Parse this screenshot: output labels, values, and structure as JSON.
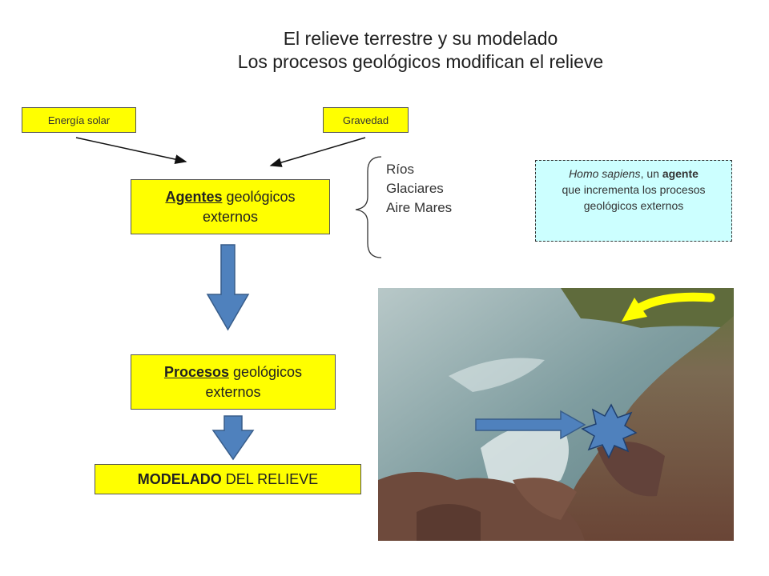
{
  "title": {
    "line1": "El relieve terrestre y su modelado",
    "line2": "Los procesos geológicos modifican el relieve"
  },
  "inputs": {
    "solar": "Energía solar",
    "gravity": "Gravedad"
  },
  "agents_box": {
    "bold": "Agentes",
    "rest": " geológicos",
    "line2": "externos"
  },
  "agents_list": {
    "item1": "Ríos",
    "item2": "Glaciares",
    "item3": "Aire Mares"
  },
  "homo_box": {
    "italic": "Homo sapiens",
    "mid": ", un ",
    "bold": "agente",
    "line2": "que incrementa los procesos",
    "line3": "geológicos externos"
  },
  "processes_box": {
    "bold": "Procesos",
    "rest": " geológicos",
    "line2": "externos"
  },
  "result_box": {
    "bold": "MODELADO",
    "rest": " DEL RELIEVE"
  },
  "colors": {
    "box_fill": "#ffff00",
    "arrow_blue": "#4f81bd",
    "homo_fill": "#ccffff",
    "curved_arrow": "#ffff00"
  }
}
